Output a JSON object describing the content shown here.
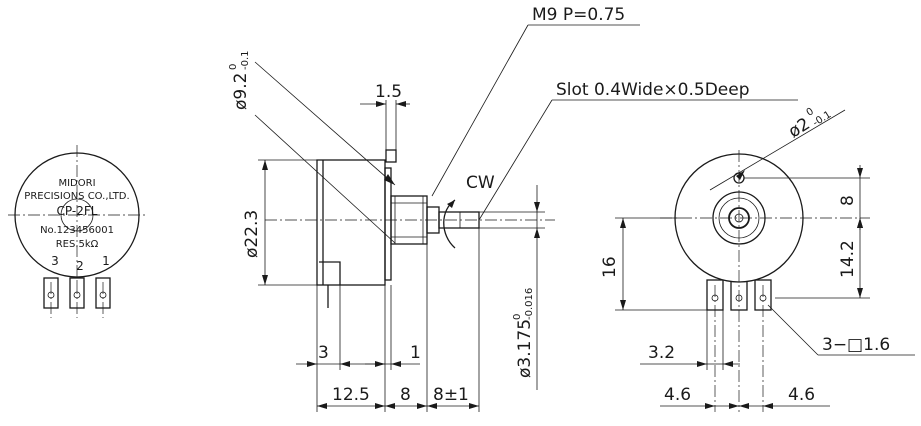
{
  "front_label": {
    "brand": "MIDORI",
    "company": "PRECISIONS CO.,LTD.",
    "model": "CP-2FL",
    "serial": "No.123456001",
    "resistance": "RES.5kΩ",
    "pin3": "3",
    "pin2": "2",
    "pin1": "1"
  },
  "side_view": {
    "thread_note": "M9 P=0.75",
    "slot_note": "Slot 0.4Wide×0.5Deep",
    "rotation": "CW",
    "dia_bushing_main": "ø9.2",
    "dia_bushing_tol_upper": "0",
    "dia_bushing_tol_lower": "-0.1",
    "dia_body": "ø22.3",
    "dia_shaft_main": "ø3.175",
    "dia_shaft_tol_upper": "0",
    "dia_shaft_tol_lower": "-0.016",
    "dim_1_5": "1.5",
    "dim_3": "3",
    "dim_1": "1",
    "dim_12_5": "12.5",
    "dim_8": "8",
    "dim_8pm1": "8±1"
  },
  "rear_view": {
    "dia_hole_main": "ø2",
    "dia_hole_tol_upper": "0",
    "dia_hole_tol_lower": "-0.1",
    "dim_8": "8",
    "dim_14_2": "14.2",
    "dim_16": "16",
    "dim_3_2": "3.2",
    "dim_4_6_left": "4.6",
    "dim_4_6_right": "4.6",
    "terminal_note": "3−□1.6"
  }
}
